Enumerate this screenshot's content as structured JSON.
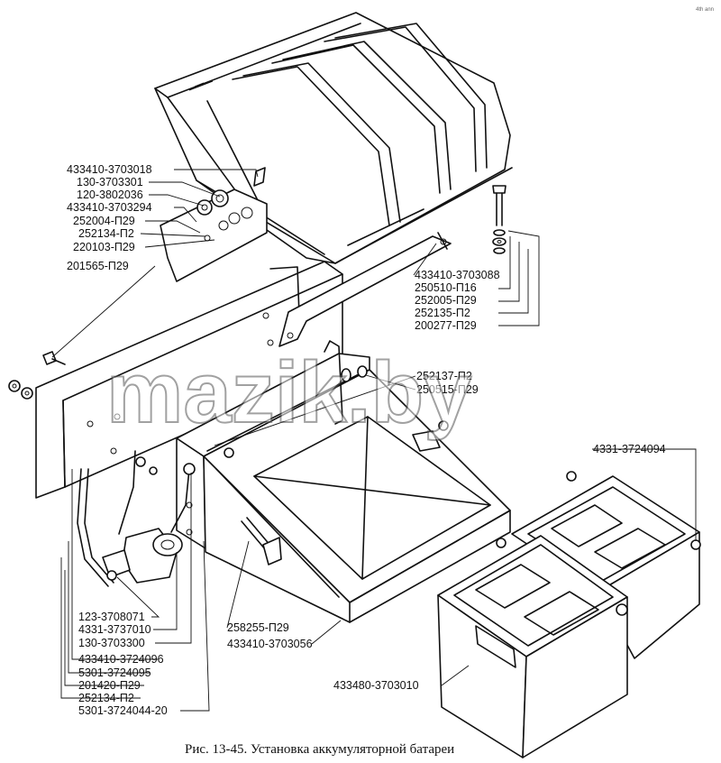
{
  "corner_mark": "4th ann",
  "watermark": "mazik.by",
  "caption": "Рис. 13-45.  Установка аккумуляторной батареи",
  "labels": {
    "l433410_3703018": "433410-3703018",
    "l130_3703301": "130-3703301",
    "l120_3802036": "120-3802036",
    "l433410_3703294": "433410-3703294",
    "l252004_P29": "252004-П29",
    "l252134_P2_top": "252134-П2",
    "l220103_P29": "220103-П29",
    "l201565_P29": "201565-П29",
    "l433410_3703088": "433410-3703088",
    "l250510_P16": "250510-П16",
    "l252005_P29": "252005-П29",
    "l252135_P2": "252135-П2",
    "l200277_P29": "200277-П29",
    "l252137_P2": "252137-П2",
    "l250515_P29": "250515-П29",
    "l4331_3724094": "4331-3724094",
    "l123_3708071": "123-3708071",
    "l4331_3737010": "4331-3737010",
    "l130_3703300": "130-3703300",
    "l433410_3724096": "433410-3724096",
    "l5301_3724095": "5301-3724095",
    "l201420_P29": "201420-П29",
    "l252134_P2_bottom": "252134-П2",
    "l5301_3724044_20": "5301-3724044-20",
    "l258255_P29": "258255-П29",
    "l433410_3703056": "433410-3703056",
    "l433480_3703010": "433480-3703010"
  }
}
